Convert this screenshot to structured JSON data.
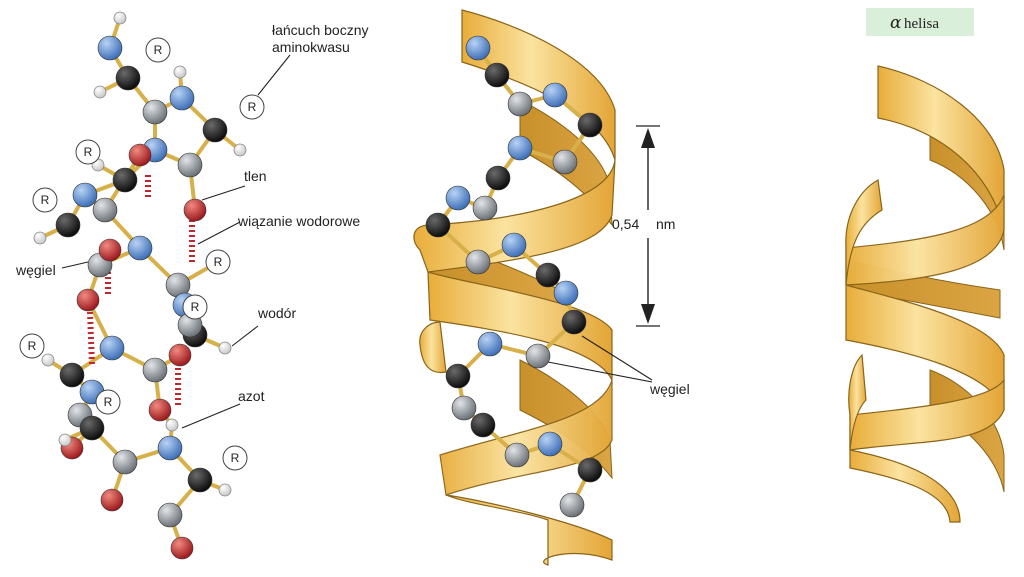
{
  "labels": {
    "side_chain": [
      "łańcuch boczny",
      "aminokwasu"
    ],
    "oxygen": "tlen",
    "hydrogen_bond": "wiązanie wodorowe",
    "carbon_left": "węgiel",
    "hydrogen": "wodór",
    "nitrogen": "azot",
    "pitch": "0,54",
    "pitch_unit": "nm",
    "carbon_right": "węgiel",
    "r_group": "R"
  },
  "badge": {
    "symbol": "α",
    "text": "helisa"
  },
  "colors": {
    "ribbon": "#f2c24a",
    "ribbon_dark": "#c9952a",
    "ribbon_light": "#fbe7a6",
    "carbon": "#1a1a1a",
    "nitrogen": "#5b8fd4",
    "grey_carbon": "#8e9399",
    "oxygen": "#c0262b",
    "hydrogen": "#ffffff",
    "badge_bg": "#d9efd9"
  }
}
